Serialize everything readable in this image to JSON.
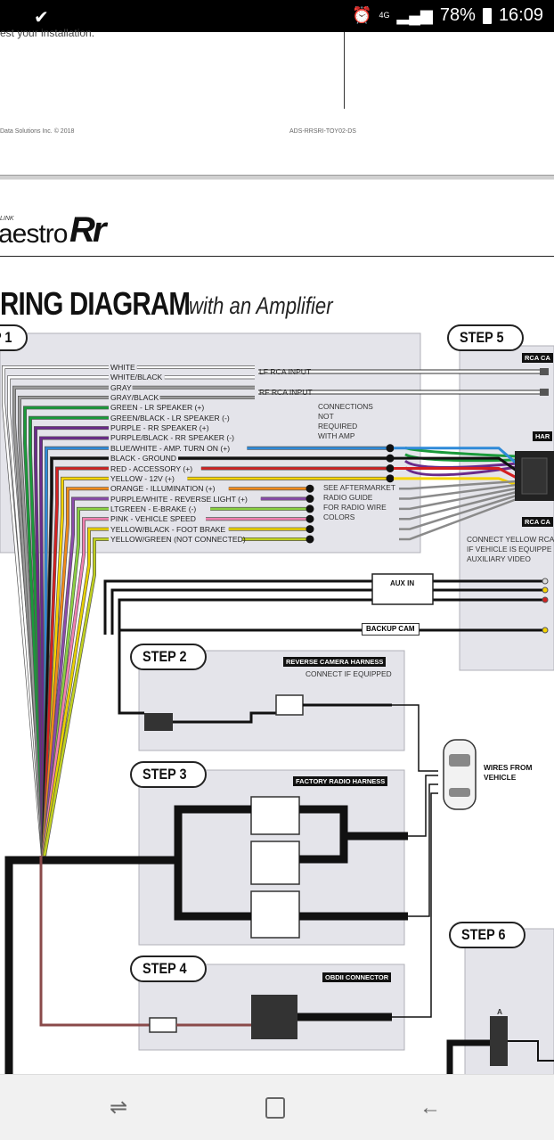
{
  "status_bar": {
    "notification_icon": "check-download-icon",
    "alarm_icon": "alarm-clock-icon",
    "network": "4G",
    "signal_icon": "signal-bars-icon",
    "battery": "78%",
    "time": "16:09"
  },
  "previous_page": {
    "fragment_text": "est your installation.",
    "footer_left": "Data Solutions Inc. © 2018",
    "footer_right": "ADS-RRSRI-TOY02-DS"
  },
  "header": {
    "logo_small": "LINK",
    "logo_text": "aestro",
    "logo_rr": "Rr"
  },
  "title": {
    "main": "RING DIAGRAM",
    "sub": "with an Amplifier"
  },
  "steps": {
    "step1": "P 1",
    "step2": "STEP 2",
    "step3": "STEP 3",
    "step4": "STEP 4",
    "step5": "STEP 5",
    "step6": "STEP 6"
  },
  "wires": [
    {
      "label": "WHITE",
      "color": "#ffffff"
    },
    {
      "label": "WHITE/BLACK",
      "color": "#ffffff"
    },
    {
      "label": "GRAY",
      "color": "#9a9a9a"
    },
    {
      "label": "GRAY/BLACK",
      "color": "#9a9a9a"
    },
    {
      "label": "GREEN - LR SPEAKER (+)",
      "color": "#1a9a3a"
    },
    {
      "label": "GREEN/BLACK - LR SPEAKER (-)",
      "color": "#1a9a3a"
    },
    {
      "label": "PURPLE - RR SPEAKER (+)",
      "color": "#6a2a8a"
    },
    {
      "label": "PURPLE/BLACK - RR SPEAKER (-)",
      "color": "#6a2a8a"
    },
    {
      "label": "BLUE/WHITE - AMP. TURN ON (+)",
      "color": "#2f8ad8"
    },
    {
      "label": "BLACK - GROUND",
      "color": "#111111"
    },
    {
      "label": "RED - ACCESSORY (+)",
      "color": "#d42020"
    },
    {
      "label": "YELLOW - 12V (+)",
      "color": "#f5d400"
    },
    {
      "label": "ORANGE - ILLUMINATION (+)",
      "color": "#f08a1a"
    },
    {
      "label": "PURPLE/WHITE - REVERSE LIGHT (+)",
      "color": "#8a4aaa"
    },
    {
      "label": "LTGREEN - E-BRAKE (-)",
      "color": "#8ad040"
    },
    {
      "label": "PINK - VEHICLE SPEED",
      "color": "#f080b0"
    },
    {
      "label": "YELLOW/BLACK - FOOT BRAKE",
      "color": "#e8d000"
    },
    {
      "label": "YELLOW/GREEN (NOT CONNECTED)",
      "color": "#c0d020"
    }
  ],
  "rca": {
    "lf": "LF RCA INPUT",
    "rf": "RF RCA INPUT"
  },
  "connections_note": [
    "CONNECTIONS",
    "NOT",
    "REQUIRED",
    "WITH AMP"
  ],
  "aftermarket_note": [
    "SEE AFTERMARKET",
    "RADIO GUIDE",
    "FOR RADIO WIRE",
    "COLORS"
  ],
  "step5": {
    "rca_top": "RCA CA",
    "harness": "HAR",
    "rca_bottom": "RCA CA",
    "note": [
      "CONNECT YELLOW RCA",
      "IF VEHICLE IS EQUIPPE",
      "AUXILIARY VIDEO"
    ]
  },
  "aux_in": "AUX IN",
  "backup_cam": "BACKUP CAM",
  "step2_box": {
    "tag": "REVERSE CAMERA HARNESS",
    "note": "CONNECT IF EQUIPPED"
  },
  "step3_box": {
    "tag": "FACTORY RADIO HARNESS"
  },
  "step4_box": {
    "tag": "OBDII CONNECTOR"
  },
  "vehicle": {
    "icon": "car-top-view-icon",
    "label": [
      "WIRES FROM",
      "VEHICLE"
    ]
  },
  "step6_label": "A",
  "nav": {
    "recents_icon": "recent-apps-icon",
    "home_icon": "home-square-icon",
    "back_icon": "back-arrow-icon"
  }
}
